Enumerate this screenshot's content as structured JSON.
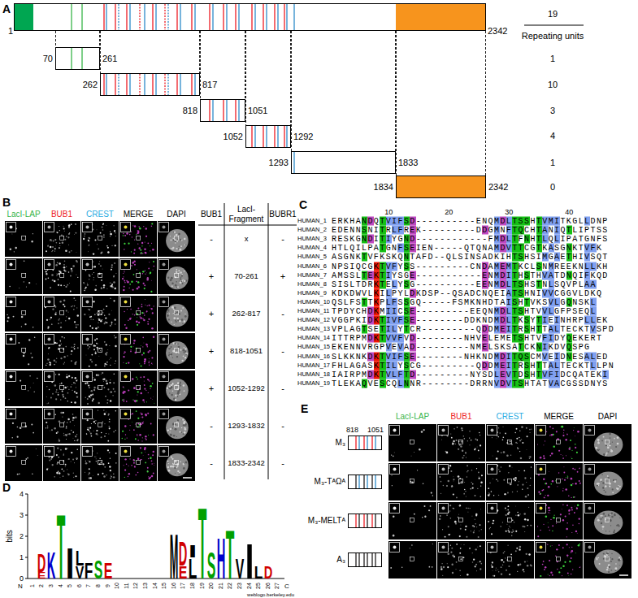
{
  "diagram": {
    "nodes": [
      {
        "text": [
          "1",
          "2342"
        ]
      },
      {
        "text": [
          "70",
          "261"
        ]
      },
      {
        "text": [
          "262",
          "817"
        ]
      },
      {
        "text": [
          "818",
          "1051"
        ]
      },
      {
        "text": [
          "1052",
          "1292"
        ]
      },
      {
        "text": [
          "1293",
          "1833"
        ]
      },
      {
        "text": [
          "1834",
          "2342"
        ]
      },
      {
        "text": [
          "M₃"
        ]
      },
      {
        "text": [
          "M₃-TᴬΩᴬ"
        ]
      },
      {
        "text": [
          "M₃-MELTᴬ"
        ]
      },
      {
        "text": [
          "A₃"
        ]
      }
    ],
    "edges": [
      {
        "from": 0,
        "to": 1,
        "arrow": "none"
      },
      {
        "from": 0,
        "to": 2,
        "arrow": "none"
      },
      {
        "from": 0,
        "to": 3,
        "arrow": "none"
      },
      {
        "from": 0,
        "to": 4,
        "arrow": "none"
      },
      {
        "from": 0,
        "to": 5,
        "arrow": "none"
      },
      {
        "from": 0,
        "to": 6,
        "arrow": "none"
      }
    ],
    "labels": [
      "A",
      "19",
      "Repeating units",
      "1",
      "10",
      "3",
      "4",
      "1",
      "0",
      "B",
      "LacI-LAP",
      "BUB1",
      "CREST",
      "MERGE",
      "DAPI",
      "BUB1",
      "LacI-Fragment",
      "BUBR1",
      "-",
      "x",
      "-",
      "+",
      "70-261",
      "+",
      "+",
      "262-817",
      "-",
      "+",
      "818-1051",
      "-",
      "+",
      "1052-1292",
      "-",
      "-",
      "1293-1832",
      "-",
      "-",
      "1833-2342",
      "-",
      "C",
      "10",
      "20",
      "30",
      "40",
      "HUMAN_1",
      "HUMAN_2",
      "HUMAN_3",
      "HUMAN_4",
      "HUMAN_5",
      "HUMAN_6",
      "HUMAN_7",
      "HUMAN_8",
      "HUMAN_9",
      "HUMAN_10",
      "HUMAN_11",
      "HUMAN_12",
      "HUMAN_13",
      "HUMAN_14",
      "HUMAN_15",
      "HUMAN_16",
      "HUMAN_17",
      "HUMAN_18",
      "HUMAN_19",
      "ERKHANDQTVIFSD----------ENQMDLTSSHTVMITKGLLDNP",
      "EDENNSNITRLFREK---------DDGMNFTQCHTANIQTLIPTSS",
      "RESKGNDITIYGND------------FMDLTFNHTLQLIPATGNFS",
      "HTLQILPATGNFSEIEN-----QTQNAMDVTTCGTKASGNKTVFK",
      "ASGNKTVFKSKQNTAFD--QLSINSADKIHTSHSIMGAETHIVSQT",
      "NPSIQCGKTVFYSS---------CNDAMEMTKCLSNMREEKNLLKH",
      "AMSSLTEKTIYSGE-----------ENMDITHSTHVATDNQIFKQD",
      "SISLTDRKTELYSG----------EENMDLTSHSTNLSQVPLAA",
      "KDKDWVLKILPYLDKDSP--QSADCNQEIATSHNIVVCGGVLDKQ",
      "QSLFSTTKPLFSSGQ-----FSMKNHDTAISHTVKSVLGQNSKL",
      "TPDYCHDKMIICSE---------EEQNMDLTSHTVVLGFPSEQL",
      "VGGPKIDKTIVFSE--------DDKNDMDLTKSYTIEINHRPLLEK",
      "VPLAGTSETILYTCR---------QDDMEITRSHTTALTECKTVSPD",
      "ITTRPMDKTVVFVD--------NHVELEMETSHTVFIDYQEKERT",
      "EKENNVRGPVEVAD---------NMELSKSATCKNIKDVQSPG",
      "SLKKNKDKTVIFSE--------NHKNDMDITQSCMVEIDNESALED",
      "FHLAGASKTILYSCG---------QDDMEITRSHTTALTECKTLLPN",
      "IAIRPMDKTVLFTD---------NYSDLEVTDSHTVFIDCQATEKI",
      "TLEKAQVESCQLNNR--------DRRNVDVTSHTATVACGSSDNYS",
      "D",
      "bits",
      "0",
      "1",
      "2",
      "3",
      "4",
      "1",
      "2",
      "3",
      "4",
      "5",
      "6",
      "7",
      "8",
      "9",
      "10",
      "11",
      "12",
      "13",
      "14",
      "15",
      "16",
      "17",
      "18",
      "19",
      "20",
      "21",
      "22",
      "23",
      "24",
      "25",
      "26",
      "27",
      "N",
      "C",
      "weblogo.berkeley.edu",
      "E",
      "D",
      "K",
      "T",
      "I",
      "V",
      "L",
      "F",
      "S",
      "E",
      "M",
      "E",
      "D",
      "L",
      "I",
      "T",
      "S",
      "H",
      "T",
      "V",
      "I",
      "L",
      "D",
      "E",
      "LacI-LAP",
      "BUB1",
      "CREST",
      "MERGE",
      "DAPI",
      "818",
      "1051"
    ]
  }
}
